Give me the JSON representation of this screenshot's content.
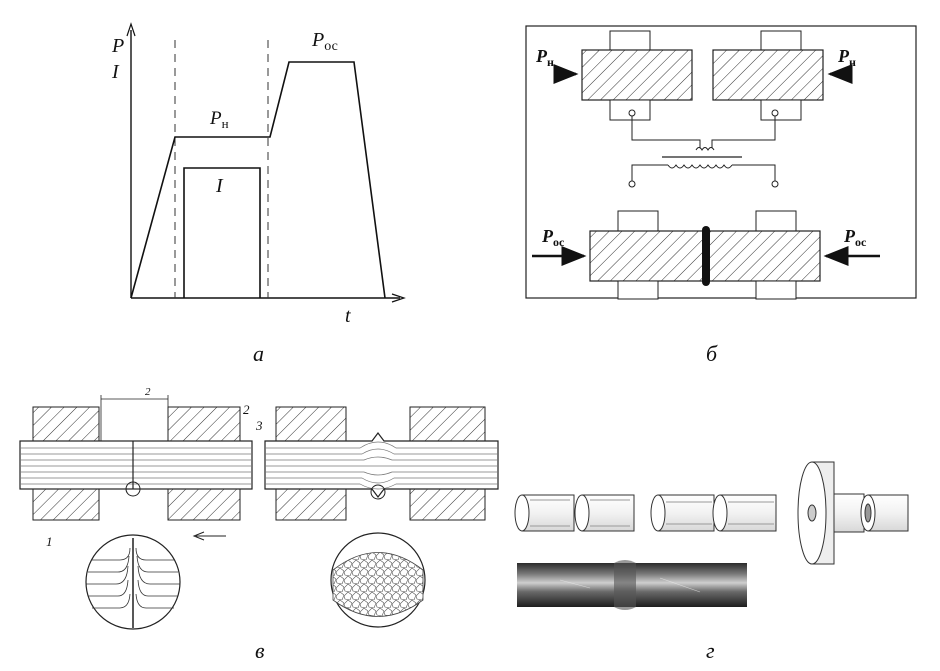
{
  "panel_a": {
    "label": "а",
    "axis_p": "P",
    "axis_i": "I",
    "axis_t": "t",
    "p_n_base": "P",
    "p_n_sub": "н",
    "p_oc_base": "P",
    "p_oc_sub": "ос",
    "current": "I"
  },
  "panel_b": {
    "label": "б",
    "p_n_base": "P",
    "p_n_sub": "н",
    "p_oc_base": "P",
    "p_oc_sub": "ос"
  },
  "panel_v": {
    "label": "в",
    "dim": "2",
    "num_1": "1",
    "num_2": "2",
    "num_3": "3"
  },
  "panel_g": {
    "label": "г"
  }
}
